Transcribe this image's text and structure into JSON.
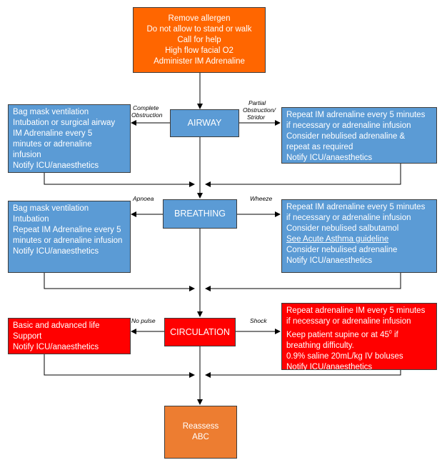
{
  "top_box": {
    "lines": [
      "Remove allergen",
      "Do not allow to stand or walk",
      "Call for help",
      "High flow facial O2",
      "Administer IM Adrenaline"
    ]
  },
  "airway": {
    "title": "AIRWAY",
    "left_label": [
      "Complete",
      "Obstruction"
    ],
    "right_label": [
      "Partial",
      "Obstruction/",
      "Stridor"
    ],
    "left_box": [
      "Bag mask ventilation",
      "Intubation or surgical airway",
      "IM Adrenaline every 5",
      "minutes or adrenaline",
      "infusion",
      "Notify ICU/anaesthetics"
    ],
    "right_box": [
      "Repeat IM adrenaline every 5 minutes",
      "if necessary or adrenaline infusion",
      "Consider nebulised adrenaline &",
      "repeat as required",
      "Notify ICU/anaesthetics"
    ]
  },
  "breathing": {
    "title": "BREATHING",
    "left_label": "Apnoea",
    "right_label": "Wheeze",
    "left_box": [
      "Bag mask ventilation",
      "Intubation",
      "Repeat IM Adrenaline every 5",
      "minutes or adrenaline infusion",
      "Notify ICU/anaesthetics"
    ],
    "right_box": [
      "Repeat IM adrenaline every 5 minutes",
      "if necessary or adrenaline infusion",
      "Consider nebulised salbutamol",
      "See Acute Asthma guideline",
      "Consider nebulised adrenaline",
      "Notify ICU/anaesthetics"
    ]
  },
  "circulation": {
    "title": "CIRCULATION",
    "left_label": "No pulse",
    "right_label": "Shock",
    "left_box": [
      "Basic and advanced life",
      "Support",
      "Notify ICU/anaesthetics"
    ],
    "right_box": [
      "Repeat adrenaline IM every 5 minutes",
      "if necessary or adrenaline infusion",
      "Keep patient supine or at 45",
      "breathing difficulty.",
      "0.9% saline 20mL/kg IV boluses",
      "Notify ICU/anaesthetics"
    ],
    "supine_suffix_sup": "0",
    "supine_suffix": " if"
  },
  "reassess": {
    "lines": [
      "Reassess",
      "ABC"
    ]
  },
  "colors": {
    "orange": "#ff6600",
    "blue": "#5b9bd5",
    "red": "#ff0000",
    "reassess_orange": "#ed7d31"
  }
}
